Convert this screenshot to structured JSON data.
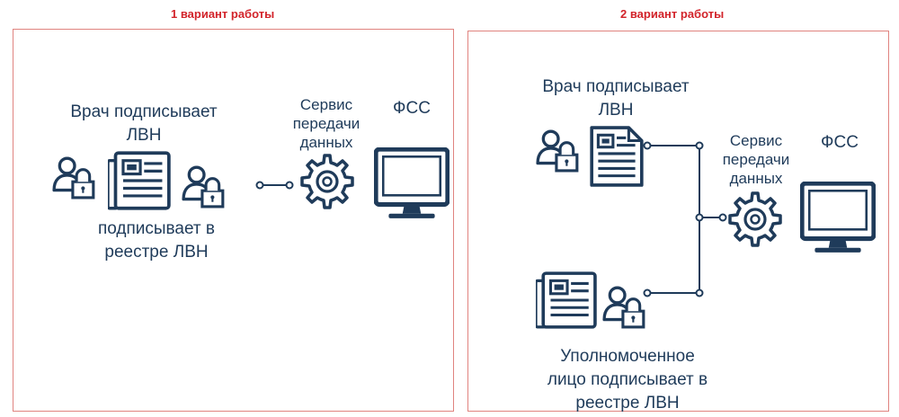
{
  "variant1": {
    "title": "1  вариант работы",
    "doctor_label_1": "Врач подписывает",
    "doctor_label_2": "ЛВН",
    "registry_label_1": "подписывает в",
    "registry_label_2": "реестре ЛВН",
    "service_label_1": "Сервис",
    "service_label_2": "передачи",
    "service_label_3": "данных",
    "fss_label": "ФСС"
  },
  "variant2": {
    "title": "2 вариант работы",
    "doctor_label_1": "Врач подписывает",
    "doctor_label_2": "ЛВН",
    "authorized_label_1": "Уполномоченное",
    "authorized_label_2": "лицо подписывает в",
    "authorized_label_3": "реестре ЛВН",
    "service_label_1": "Сервис",
    "service_label_2": "передачи",
    "service_label_3": "данных",
    "fss_label": "ФСС"
  },
  "colors": {
    "icon": "#1f3b5a",
    "accent_red": "#d2232a",
    "border": "#e0837f"
  }
}
